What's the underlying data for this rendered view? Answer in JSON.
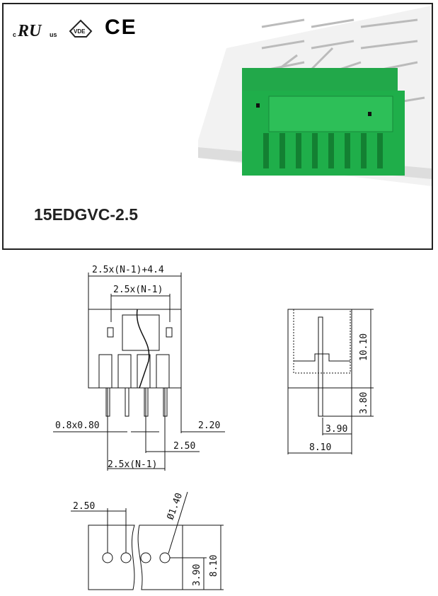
{
  "product": {
    "title": "15EDGVC-2.5"
  },
  "certifications": {
    "ul_c": "c",
    "ul_us": "us",
    "ce": "CE",
    "vde": "VDE"
  },
  "colors": {
    "housing_green": "#1fae4a",
    "border": "#222222"
  },
  "front_view": {
    "overall_width": "2.5x(N-1)+4.4",
    "pitch_span_top": "2.5x(N-1)",
    "pin_size": "0.8x0.80",
    "edge_offset": "2.20",
    "pitch": "2.50",
    "pitch_span_bottom": "2.5x(N-1)"
  },
  "side_view": {
    "height": "10.10",
    "pin_length": "3.80",
    "pin_offset": "3.90",
    "depth": "8.10"
  },
  "pcb_layout": {
    "pitch": "2.50",
    "hole_diameter": "Ø1.40",
    "depth": "8.10",
    "hole_offset": "3.90"
  }
}
